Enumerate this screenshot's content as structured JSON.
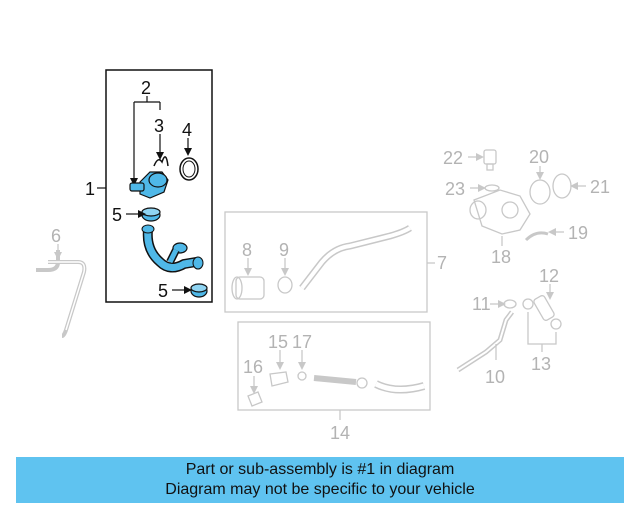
{
  "diagram": {
    "callouts": [
      "1",
      "2",
      "3",
      "4",
      "5",
      "5",
      "6",
      "7",
      "8",
      "9",
      "10",
      "11",
      "12",
      "13",
      "14",
      "15",
      "16",
      "17",
      "18",
      "19",
      "20",
      "21",
      "22",
      "23"
    ]
  },
  "banner": {
    "line1": "Part or sub-assembly is #1 in diagram",
    "line2": "Diagram may not be specific to your vehicle"
  },
  "colors": {
    "highlight_part": "#4fb8e8",
    "banner_background": "#5fc3f0",
    "inactive_part": "#c8c8c8",
    "active_outline": "#111111"
  }
}
